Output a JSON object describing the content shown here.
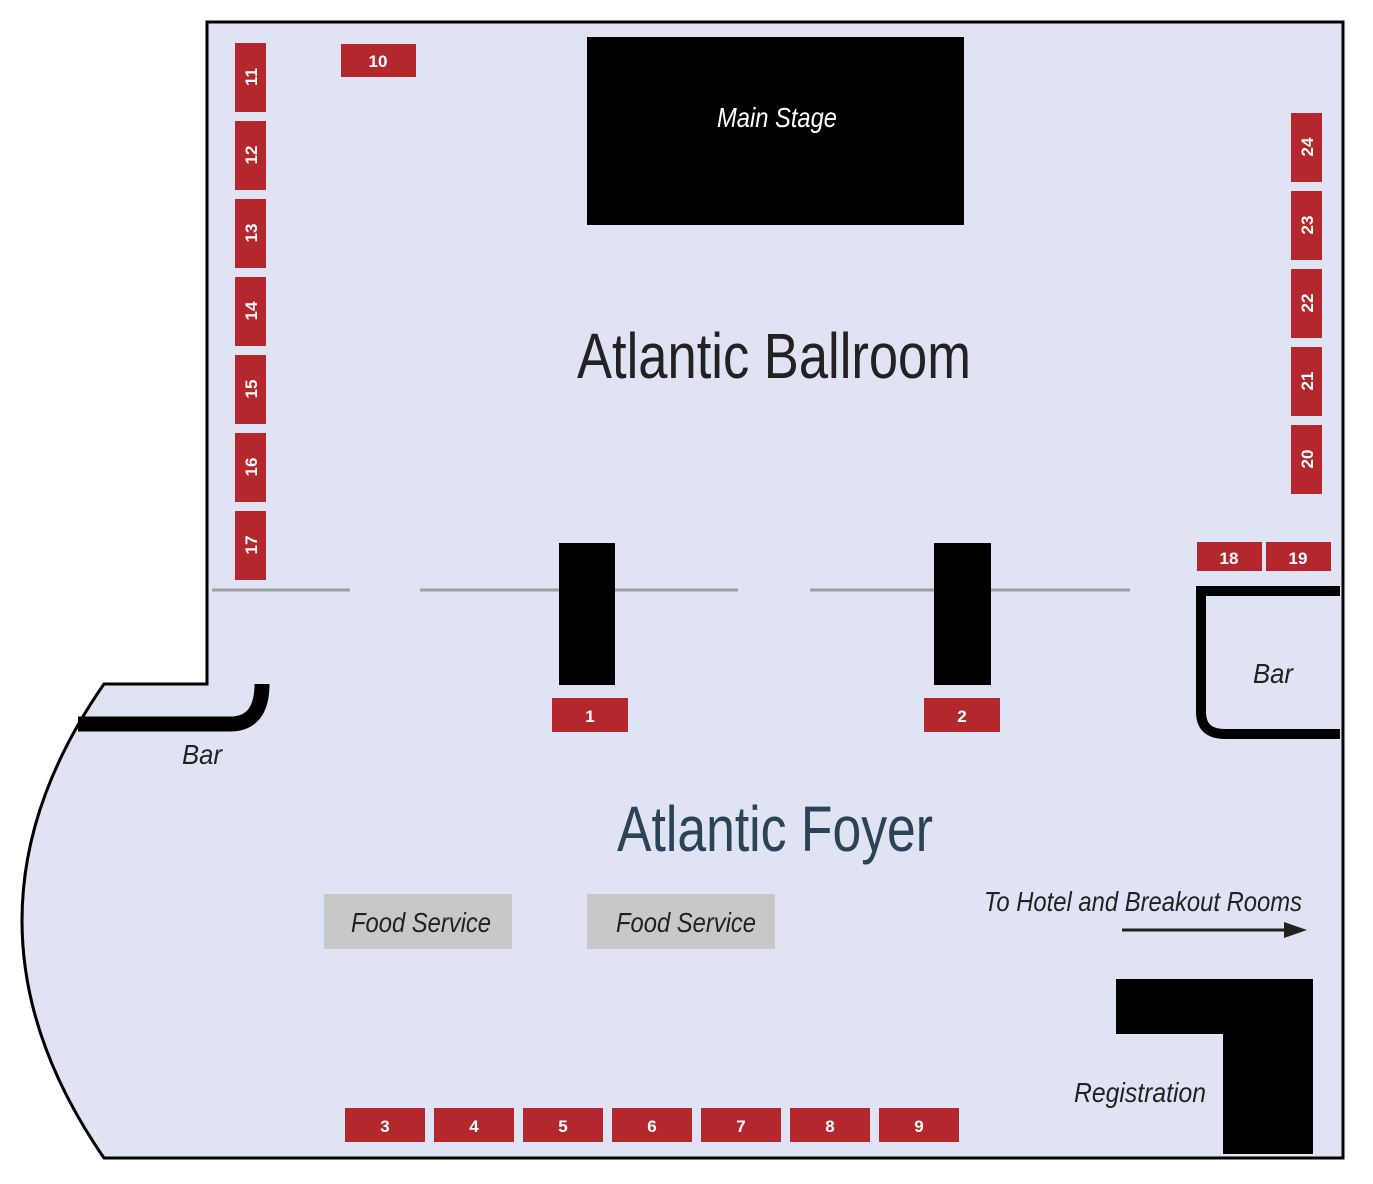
{
  "rooms": {
    "ballroom": "Atlantic Ballroom",
    "foyer": "Atlantic Foyer"
  },
  "features": {
    "main_stage": "Main Stage",
    "bar_left": "Bar",
    "bar_right": "Bar",
    "food_service_1": "Food Service",
    "food_service_2": "Food Service",
    "registration": "Registration",
    "directions": "To Hotel and Breakout Rooms"
  },
  "booths": [
    "1",
    "2",
    "3",
    "4",
    "5",
    "6",
    "7",
    "8",
    "9",
    "10",
    "11",
    "12",
    "13",
    "14",
    "15",
    "16",
    "17",
    "18",
    "19",
    "20",
    "21",
    "22",
    "23",
    "24"
  ],
  "colors": {
    "floor": "#dfe3f3",
    "booth": "#b3272d",
    "food_service": "#c8c8c8",
    "foyer_text": "#2c4257"
  }
}
